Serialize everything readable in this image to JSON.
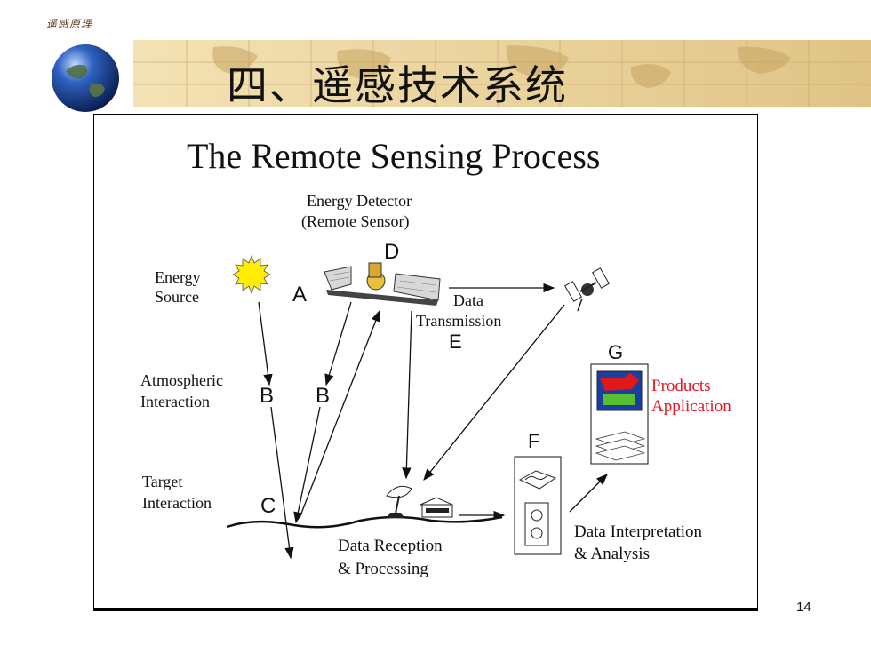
{
  "header": {
    "brand": "遥感原理",
    "slide_title": "四、遥感技术系统",
    "page_number": "14"
  },
  "diagram": {
    "title": "The Remote Sensing Process",
    "detector_line1": "Energy Detector",
    "detector_line2": "(Remote Sensor)",
    "energy_source_line1": "Energy",
    "energy_source_line2": "Source",
    "atmospheric_line1": "Atmospheric",
    "atmospheric_line2": "Interaction",
    "target_line1": "Target",
    "target_line2": "Interaction",
    "data_transmission_line1": "Data",
    "data_transmission_line2": "Transmission",
    "reception_line1": "Data Reception",
    "reception_line2": "& Processing",
    "interpretation_line1": "Data Interpretation",
    "interpretation_line2": "& Analysis",
    "products_line1": "Products",
    "products_line2": "Application",
    "letters": {
      "A": "A",
      "B1": "B",
      "B2": "B",
      "C": "C",
      "D": "D",
      "E": "E",
      "F": "F",
      "G": "G"
    },
    "colors": {
      "products": "#e8141e",
      "sun": "#ffee00",
      "banner": "#e9d29a"
    }
  }
}
